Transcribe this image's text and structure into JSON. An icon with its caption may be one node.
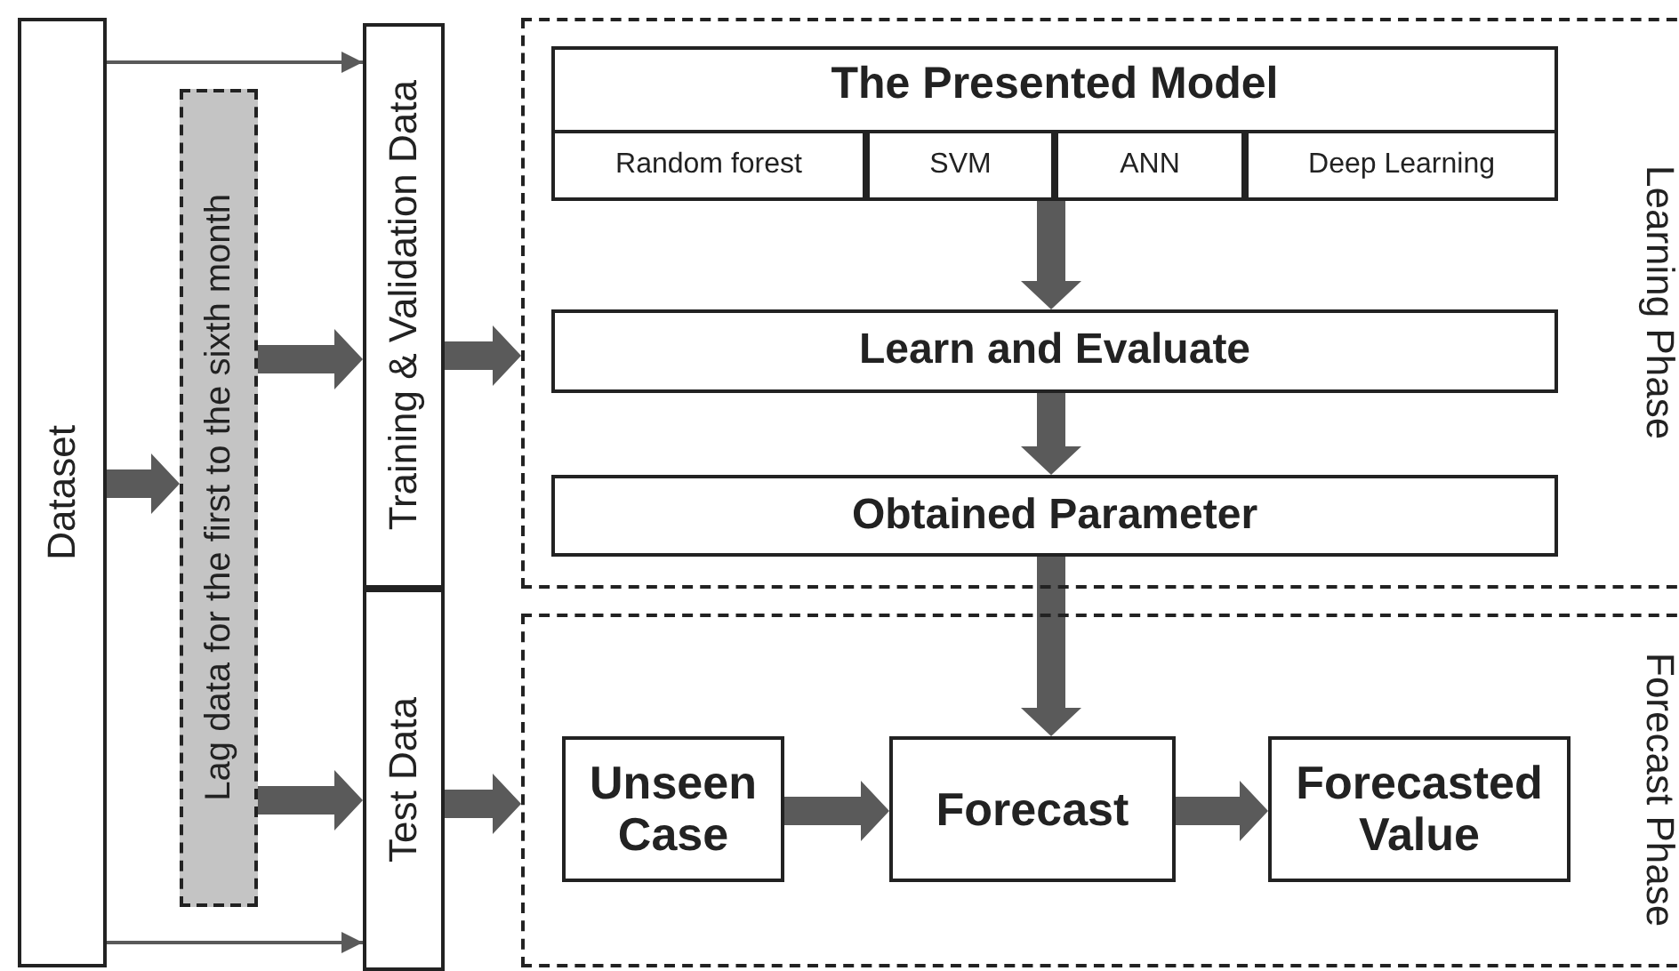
{
  "diagram": {
    "nodes": [
      {
        "text": [
          "Dataset"
        ]
      },
      {
        "text": [
          "Lag data for the first to the sixth month"
        ]
      },
      {
        "text": [
          "Training & Validation Data"
        ]
      },
      {
        "text": [
          "Test Data"
        ]
      },
      {
        "text": [
          "Learning Phase"
        ]
      },
      {
        "text": [
          "Forecast Phase"
        ]
      },
      {
        "text": [
          "The Presented Model"
        ],
        "in": 4
      },
      {
        "text": [
          "Random forest"
        ],
        "in": 6
      },
      {
        "text": [
          "SVM"
        ],
        "in": 6
      },
      {
        "text": [
          "ANN"
        ],
        "in": 6
      },
      {
        "text": [
          "Deep Learning"
        ],
        "in": 6
      },
      {
        "text": [
          "Learn and Evaluate"
        ],
        "in": 4
      },
      {
        "text": [
          "Obtained Parameter"
        ],
        "in": 4
      },
      {
        "text": [
          "Unseen Case"
        ],
        "in": 5
      },
      {
        "text": [
          "Forecast"
        ],
        "in": 5
      },
      {
        "text": [
          "Forecasted Value"
        ],
        "in": 5
      }
    ],
    "edges": [
      {
        "from": 0,
        "to": 2,
        "arrow": "to"
      },
      {
        "from": 0,
        "to": 3,
        "arrow": "to"
      },
      {
        "from": 0,
        "to": 1,
        "arrow": "to",
        "style": "thick"
      },
      {
        "from": 1,
        "to": 2,
        "arrow": "to",
        "style": "thick"
      },
      {
        "from": 1,
        "to": 3,
        "arrow": "to",
        "style": "thick"
      },
      {
        "from": 2,
        "to": 4,
        "arrow": "to",
        "style": "thick"
      },
      {
        "from": 3,
        "to": 5,
        "arrow": "to",
        "style": "thick"
      },
      {
        "from": 6,
        "to": 11,
        "arrow": "to",
        "style": "thick"
      },
      {
        "from": 11,
        "to": 12,
        "arrow": "to",
        "style": "thick"
      },
      {
        "from": 12,
        "to": 14,
        "arrow": "to",
        "style": "thick"
      },
      {
        "from": 13,
        "to": 14,
        "arrow": "to",
        "style": "thick"
      },
      {
        "from": 14,
        "to": 15,
        "arrow": "to",
        "style": "thick"
      }
    ]
  }
}
